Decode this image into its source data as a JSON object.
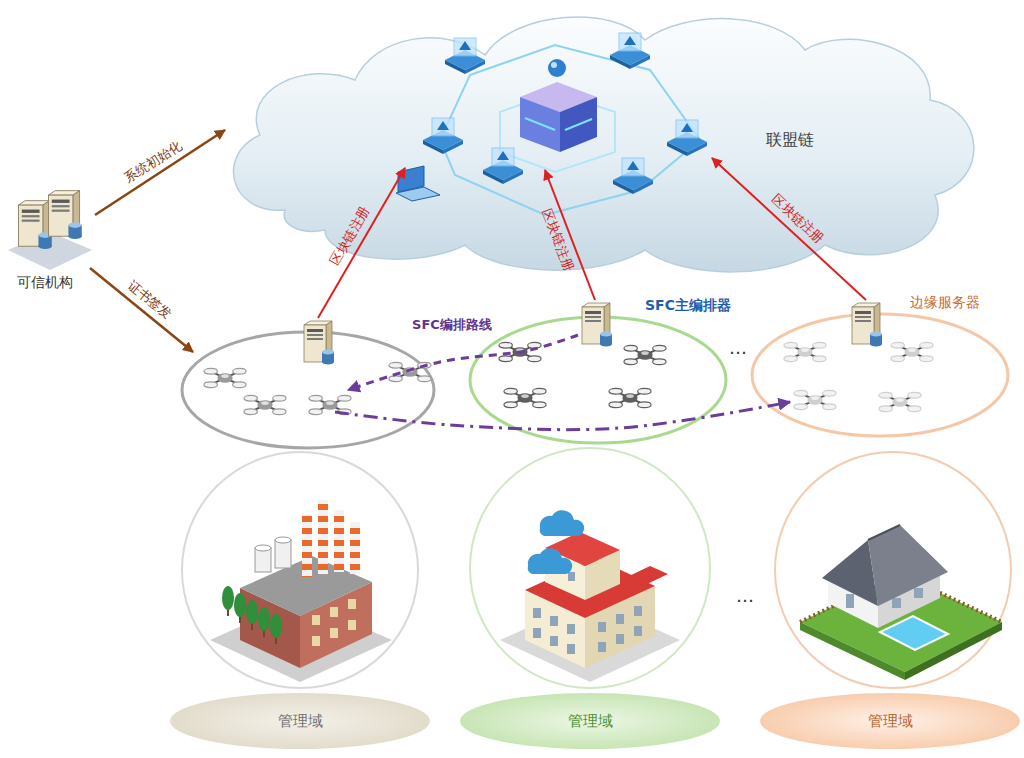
{
  "diagram": {
    "nodes": [
      {
        "text": [
          "联盟链"
        ]
      },
      {
        "text": [
          "可信机构"
        ]
      },
      {
        "text": []
      },
      {
        "text": [
          "SFC主编排器"
        ]
      },
      {
        "text": [
          "边缘服务器"
        ]
      },
      {
        "text": [
          "管理域"
        ]
      },
      {
        "text": [
          "管理域"
        ]
      },
      {
        "text": [
          "管理域"
        ]
      }
    ],
    "edges": [
      {
        "from": 1,
        "to": 0,
        "arrow": "to",
        "label": "系统初始化"
      },
      {
        "from": 1,
        "to": 2,
        "arrow": "to",
        "label": "证书签发"
      },
      {
        "from": 2,
        "to": 0,
        "arrow": "to",
        "label": "区块链注册"
      },
      {
        "from": 3,
        "to": 0,
        "arrow": "to",
        "label": "区块链注册"
      },
      {
        "from": 4,
        "to": 0,
        "arrow": "to",
        "label": "区块链注册"
      },
      {
        "from": 3,
        "to": 2,
        "arrow": "to",
        "label": "SFC编排路线"
      },
      {
        "from": 2,
        "to": 4,
        "arrow": "to"
      }
    ],
    "labels": [
      "…",
      "…"
    ]
  }
}
